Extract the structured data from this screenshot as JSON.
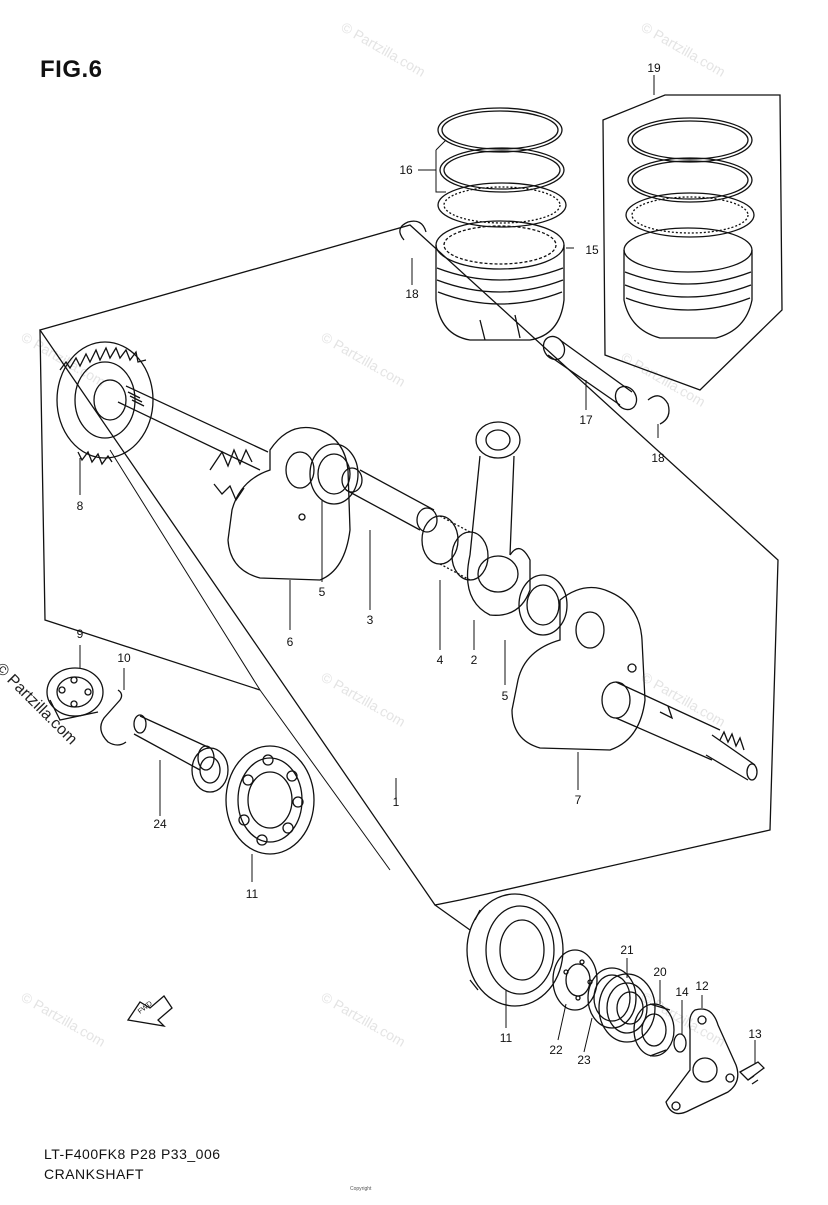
{
  "figure": {
    "title": "FIG.6",
    "code": "LT-F400FK8 P28 P33_006",
    "name": "CRANKSHAFT",
    "copyright": "© Partzilla.com",
    "watermark": "© Partzilla.com",
    "footer_fineprint": "Copyright"
  },
  "callouts": [
    {
      "id": "c1",
      "label": "1"
    },
    {
      "id": "c2",
      "label": "2"
    },
    {
      "id": "c3",
      "label": "3"
    },
    {
      "id": "c4",
      "label": "4"
    },
    {
      "id": "c5a",
      "label": "5"
    },
    {
      "id": "c5b",
      "label": "5"
    },
    {
      "id": "c6",
      "label": "6"
    },
    {
      "id": "c7",
      "label": "7"
    },
    {
      "id": "c8",
      "label": "8"
    },
    {
      "id": "c9",
      "label": "9"
    },
    {
      "id": "c10",
      "label": "10"
    },
    {
      "id": "c11a",
      "label": "11"
    },
    {
      "id": "c11b",
      "label": "11"
    },
    {
      "id": "c12",
      "label": "12"
    },
    {
      "id": "c13",
      "label": "13"
    },
    {
      "id": "c14",
      "label": "14"
    },
    {
      "id": "c15",
      "label": "15"
    },
    {
      "id": "c16",
      "label": "16"
    },
    {
      "id": "c17",
      "label": "17"
    },
    {
      "id": "c18a",
      "label": "18"
    },
    {
      "id": "c18b",
      "label": "18"
    },
    {
      "id": "c19",
      "label": "19"
    },
    {
      "id": "c20",
      "label": "20"
    },
    {
      "id": "c21",
      "label": "21"
    },
    {
      "id": "c22",
      "label": "22"
    },
    {
      "id": "c23",
      "label": "23"
    },
    {
      "id": "c24",
      "label": "24"
    }
  ],
  "fwd_arrow_label": "FWD"
}
